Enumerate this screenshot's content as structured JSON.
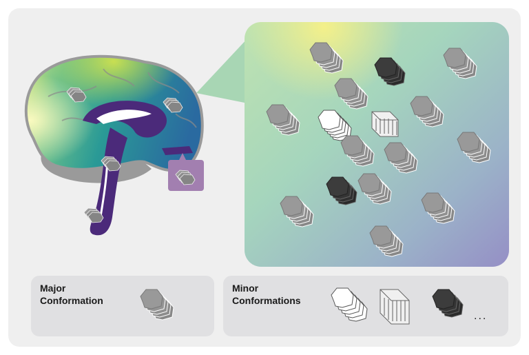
{
  "legend": {
    "major": {
      "line1": "Major",
      "line2": "Conformation"
    },
    "minor": {
      "line1": "Minor",
      "line2": "Conformations",
      "more": "..."
    }
  },
  "colors": {
    "gray": "#8f8f8f",
    "white": "#f4f4f4",
    "dark": "#3a3a3a",
    "brain_outline": "#9a9a9a",
    "brainstem": "#4b2a7a",
    "callout_box": "#a27fb0"
  },
  "icons": {
    "stack": "hexagon-stack-icon",
    "sheet_stack": "sheet-stack-icon",
    "brain": "brain-sagittal-icon"
  }
}
